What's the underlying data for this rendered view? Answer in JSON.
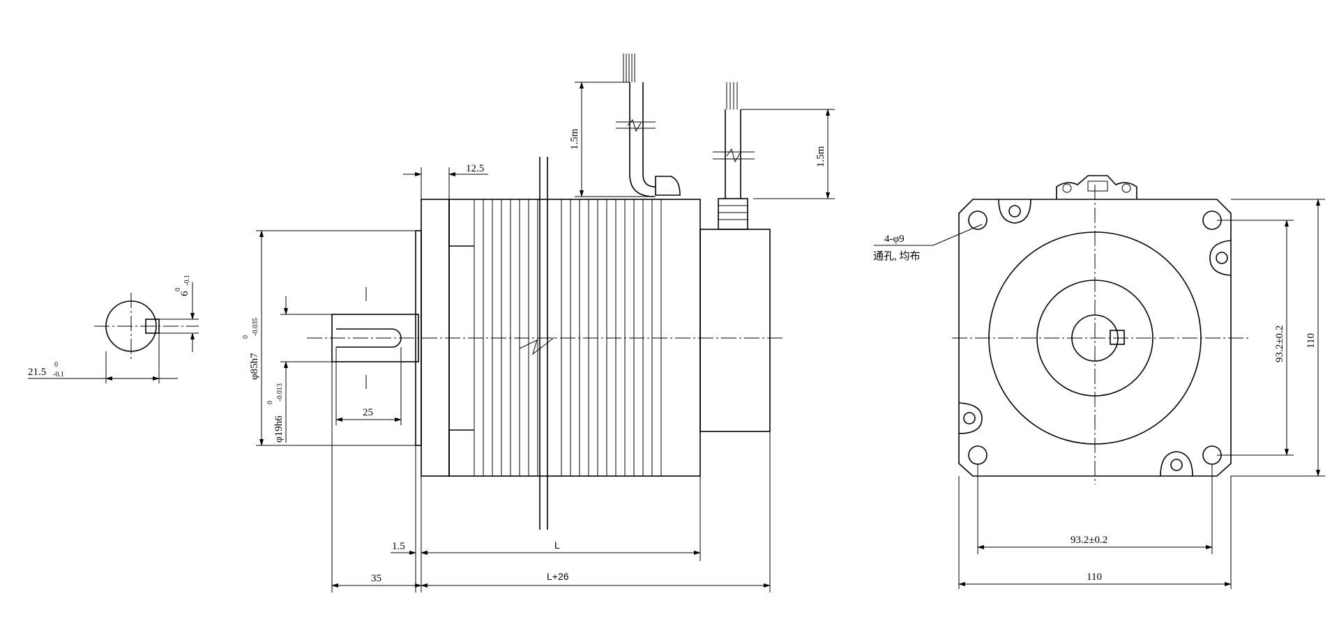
{
  "dimensions": {
    "key_width": "6",
    "key_width_upper": "0",
    "key_width_lower": "-0.1",
    "key_depth": "21.5",
    "key_depth_upper": "0",
    "key_depth_lower": "-0.1",
    "pilot_diameter": "φ85h7",
    "pilot_upper": "0",
    "pilot_lower": "-0.035",
    "shaft_diameter": "φ19h6",
    "shaft_upper": "0",
    "shaft_lower": "-0.013",
    "key_length": "25",
    "flange_thickness": "12.5",
    "cable_length_1": "1.5m",
    "cable_length_2": "1.5m",
    "flange_offset": "1.5",
    "body_length": "L",
    "total_length": "L+26",
    "shaft_length": "35",
    "hole_spacing_horizontal": "93.2±0.2",
    "hole_spacing_vertical": "93.2±0.2",
    "flange_width": "110",
    "flange_height": "110"
  },
  "notes": {
    "holes": "4-φ9",
    "holes_desc": "通孔, 均布"
  }
}
